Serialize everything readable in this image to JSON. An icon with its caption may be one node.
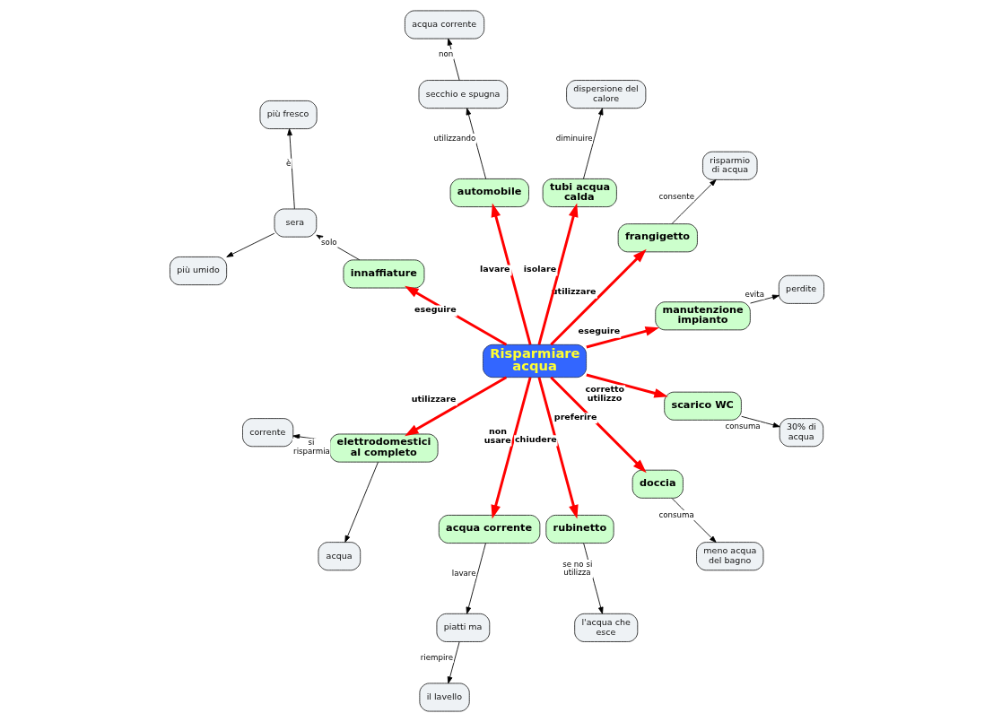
{
  "diagram": {
    "nodes": [
      {
        "text": [
          "Risparmiare acqua"
        ]
      },
      {
        "text": [
          "automobile"
        ]
      },
      {
        "text": [
          "secchio e spugna"
        ]
      },
      {
        "text": [
          "acqua corrente"
        ]
      },
      {
        "text": [
          "tubi acqua calda"
        ]
      },
      {
        "text": [
          "dispersione del calore"
        ]
      },
      {
        "text": [
          "frangigetto"
        ]
      },
      {
        "text": [
          "risparmio di acqua"
        ]
      },
      {
        "text": [
          "manutenzione impianto"
        ]
      },
      {
        "text": [
          "perdite"
        ]
      },
      {
        "text": [
          "scarico WC"
        ]
      },
      {
        "text": [
          "30% di acqua"
        ]
      },
      {
        "text": [
          "doccia"
        ]
      },
      {
        "text": [
          "meno acqua del bagno"
        ]
      },
      {
        "text": [
          "rubinetto"
        ]
      },
      {
        "text": [
          "l'acqua che esce"
        ]
      },
      {
        "text": [
          "acqua corrente"
        ]
      },
      {
        "text": [
          "piatti ma"
        ]
      },
      {
        "text": [
          "il lavello"
        ]
      },
      {
        "text": [
          "elettrodomestici al completo"
        ]
      },
      {
        "text": [
          "corrente"
        ]
      },
      {
        "text": [
          "acqua"
        ]
      },
      {
        "text": [
          "innaffiature"
        ]
      },
      {
        "text": [
          "sera"
        ]
      },
      {
        "text": [
          "più fresco"
        ]
      },
      {
        "text": [
          "più umido"
        ]
      }
    ],
    "edges": [
      {
        "from": 0,
        "to": 1,
        "arrow": "to",
        "label": "lavare",
        "style": "thick",
        "color": "#ff0000"
      },
      {
        "from": 1,
        "to": 2,
        "arrow": "to",
        "label": "utilizzando"
      },
      {
        "from": 2,
        "to": 3,
        "arrow": "to",
        "label": "non"
      },
      {
        "from": 0,
        "to": 4,
        "arrow": "to",
        "label": "isolare",
        "style": "thick",
        "color": "#ff0000"
      },
      {
        "from": 4,
        "to": 5,
        "arrow": "to",
        "label": "diminuire"
      },
      {
        "from": 0,
        "to": 6,
        "arrow": "to",
        "label": "utilizzare",
        "style": "thick",
        "color": "#ff0000"
      },
      {
        "from": 6,
        "to": 7,
        "arrow": "to",
        "label": "consente"
      },
      {
        "from": 0,
        "to": 8,
        "arrow": "to",
        "label": "eseguire",
        "style": "thick",
        "color": "#ff0000"
      },
      {
        "from": 8,
        "to": 9,
        "arrow": "to",
        "label": "evita"
      },
      {
        "from": 0,
        "to": 10,
        "arrow": "to",
        "label": "corretto utilizzo",
        "style": "thick",
        "color": "#ff0000"
      },
      {
        "from": 10,
        "to": 11,
        "arrow": "to",
        "label": "consuma"
      },
      {
        "from": 0,
        "to": 12,
        "arrow": "to",
        "label": "preferire",
        "style": "thick",
        "color": "#ff0000"
      },
      {
        "from": 12,
        "to": 13,
        "arrow": "to",
        "label": "consuma"
      },
      {
        "from": 0,
        "to": 14,
        "arrow": "to",
        "label": "chiudere",
        "style": "thick",
        "color": "#ff0000"
      },
      {
        "from": 14,
        "to": 15,
        "arrow": "to",
        "label": "se no si utilizza"
      },
      {
        "from": 0,
        "to": 16,
        "arrow": "to",
        "label": "non usare",
        "style": "thick",
        "color": "#ff0000"
      },
      {
        "from": 16,
        "to": 17,
        "arrow": "to",
        "label": "lavare"
      },
      {
        "from": 17,
        "to": 18,
        "arrow": "to",
        "label": "riempire"
      },
      {
        "from": 0,
        "to": 19,
        "arrow": "to",
        "label": "utilizzare",
        "style": "thick",
        "color": "#ff0000"
      },
      {
        "from": 19,
        "to": 20,
        "arrow": "to",
        "label": "si risparmia"
      },
      {
        "from": 19,
        "to": 21,
        "arrow": "to"
      },
      {
        "from": 0,
        "to": 22,
        "arrow": "to",
        "label": "eseguire",
        "style": "thick",
        "color": "#ff0000"
      },
      {
        "from": 22,
        "to": 23,
        "arrow": "to",
        "label": "solo"
      },
      {
        "from": 23,
        "to": 24,
        "arrow": "to",
        "label": "è"
      },
      {
        "from": 23,
        "to": 25,
        "arrow": "to"
      }
    ]
  }
}
